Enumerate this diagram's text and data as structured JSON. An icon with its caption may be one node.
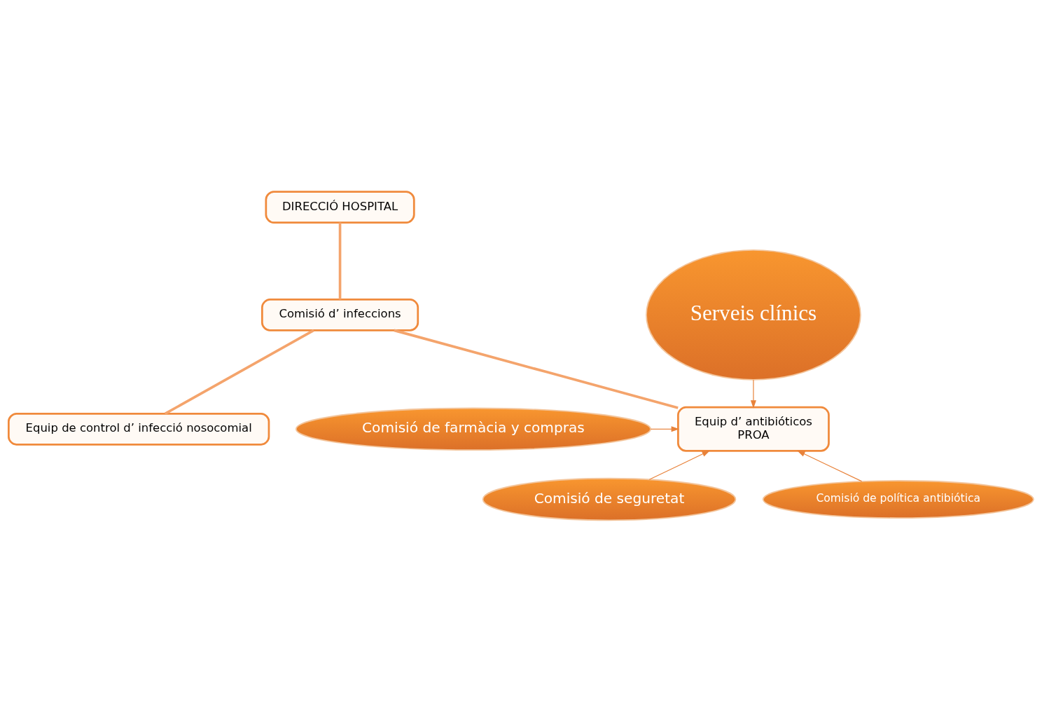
{
  "diagram": {
    "nodes": [
      {
        "text": [
          "DIRECCIÓ HOSPITAL"
        ]
      },
      {
        "text": [
          "Comisió d’ infeccions"
        ]
      },
      {
        "text": [
          "Equip de control d’ infecció nosocomial"
        ]
      },
      {
        "text": [
          "Equip d’ antibióticos",
          "PROA"
        ]
      },
      {
        "text": [
          "Serveis clínics"
        ]
      },
      {
        "text": [
          "Comisió de farmàcia y compras"
        ]
      },
      {
        "text": [
          "Comisió de seguretat"
        ]
      },
      {
        "text": [
          "Comisió de política antibiótica"
        ]
      }
    ],
    "edges": [
      {
        "from": 0,
        "to": 1,
        "arrow": "none",
        "style": "thick",
        "color": "#f4a46c"
      },
      {
        "from": 1,
        "to": 2,
        "arrow": "none",
        "style": "thick",
        "color": "#f4a46c"
      },
      {
        "from": 1,
        "to": 3,
        "arrow": "none",
        "style": "thick",
        "color": "#f4a46c"
      },
      {
        "from": 4,
        "to": 3,
        "arrow": "to"
      },
      {
        "from": 5,
        "to": 3,
        "arrow": "to"
      },
      {
        "from": 6,
        "to": 3,
        "arrow": "to"
      },
      {
        "from": 7,
        "to": 3,
        "arrow": "to"
      }
    ]
  }
}
